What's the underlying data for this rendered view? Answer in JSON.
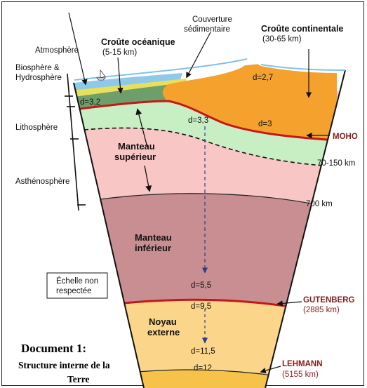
{
  "labels": {
    "atmosphere": "Atmosphère",
    "biosphere_1": "Biosphère &",
    "biosphere_2": "Hydrosphère",
    "lithosphere": "Lithosphère",
    "asthenosphere": "Asthénosphère",
    "couverture_1": "Couverture",
    "couverture_2": "sédimentaire",
    "croute_oce": "Croûte océanique",
    "croute_oce_range": "(5-15 km)",
    "croute_cont": "Croûte continentale",
    "croute_cont_range": "(30-65 km)",
    "manteau_sup_1": "Manteau",
    "manteau_sup_2": "supérieur",
    "manteau_inf_1": "Manteau",
    "manteau_inf_2": "inférieur",
    "noyau_1": "Noyau",
    "noyau_2": "externe",
    "echelle_1": "Échelle non",
    "echelle_2": "respectée"
  },
  "densities": {
    "d_oceanic": "d=3,2",
    "d_continental": "d=2,7",
    "d_cont_mantle": "d=3",
    "d_upper_mantle": "d=3,3",
    "d_lower_mantle_bottom": "d=5,5",
    "d_core_top": "d=9,5",
    "d_core_bottom": "d=11,5",
    "d_inner_core": "d=12"
  },
  "boundaries": {
    "moho": "MOHO",
    "depth_lab": "70-150 km",
    "depth_700": "700 km",
    "gutenberg": "GUTENBERG",
    "gutenberg_depth": "(2885 km)",
    "lehmann": "LEHMANN",
    "lehmann_depth": "(5155 km)"
  },
  "document": {
    "title": "Document 1:",
    "subtitle_1": "Structure interne de la",
    "subtitle_2": "Terre"
  },
  "colors": {
    "atmosphere": "#a9dcf0",
    "ocean": "#8fc9ea",
    "sediment": "#e8e05a",
    "oceanic_crust": "#6e9e6a",
    "continental_crust": "#f4a12e",
    "lithospheric_mantle": "#c8efc3",
    "asthenosphere": "#f9c6c6",
    "lower_mantle": "#c88e92",
    "outer_core": "#fbd58a",
    "inner_core": "#f6c24a",
    "boundary_red": "#c41818"
  }
}
